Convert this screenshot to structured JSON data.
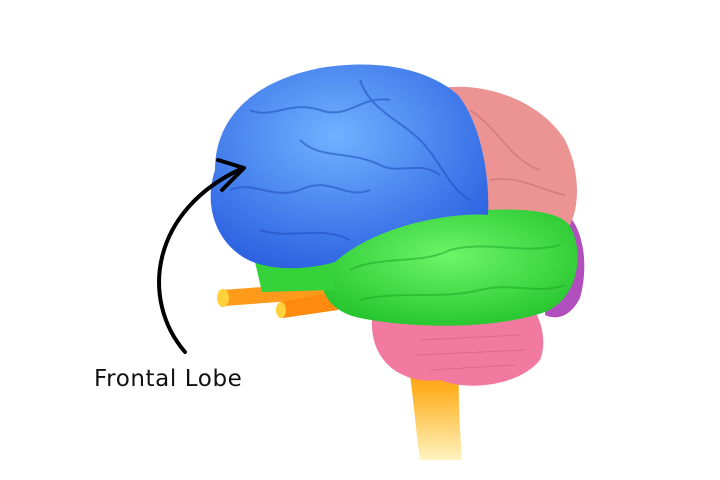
{
  "diagram": {
    "subject": "Human brain, lateral view",
    "label": {
      "text": "Frontal Lobe",
      "points_to": "frontal lobe"
    },
    "regions": [
      {
        "name": "frontal-lobe",
        "color": "#3f86f0"
      },
      {
        "name": "parietal-lobe",
        "color": "#eb8f8f"
      },
      {
        "name": "temporal-lobe",
        "color": "#35e03a"
      },
      {
        "name": "occipital-lobe",
        "color": "#b24fbf"
      },
      {
        "name": "cerebellum",
        "color": "#f0789e"
      },
      {
        "name": "brainstem",
        "color": "#ff9a1a"
      },
      {
        "name": "olfactory-nerves",
        "color": "#ff9f1c"
      }
    ],
    "arrow_color": "#000000"
  }
}
